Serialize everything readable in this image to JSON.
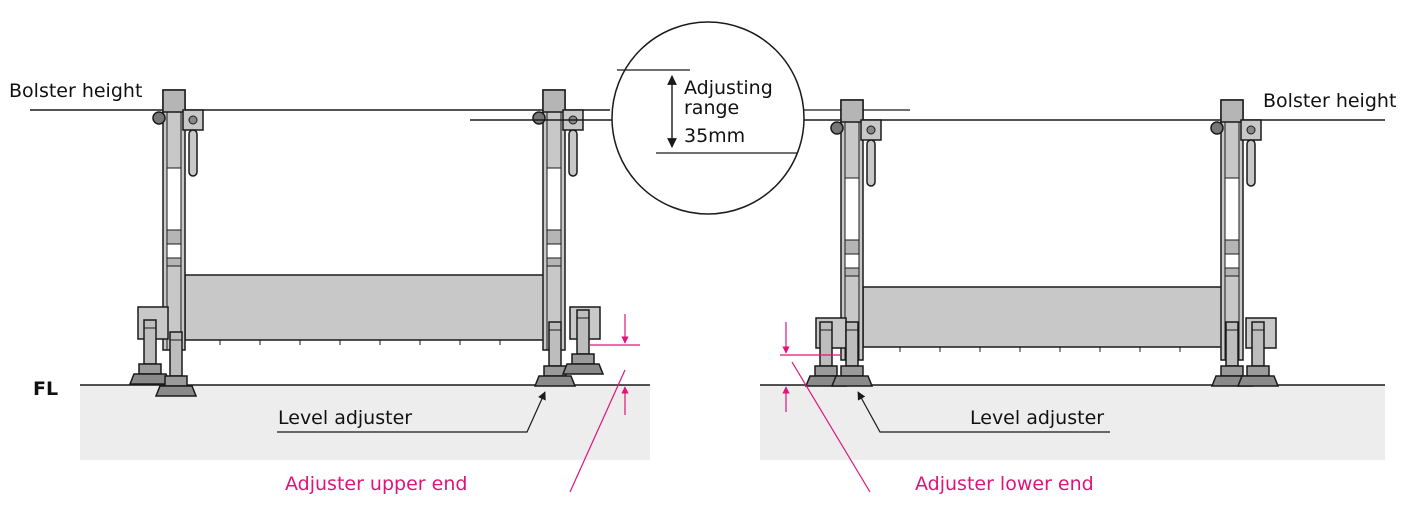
{
  "labels": {
    "bolster_left": "Bolster height",
    "bolster_right": "Bolster height",
    "fl": "FL",
    "level_adjuster_left": "Level adjuster",
    "level_adjuster_right": "Level adjuster",
    "adjuster_upper": "Adjuster upper end",
    "adjuster_lower": "Adjuster lower end",
    "zoom_line1": "Adjusting",
    "zoom_line2": "range",
    "zoom_line3": "35mm"
  },
  "colors": {
    "accent": "#e0137a",
    "floor": "#ededed",
    "frame": "#c8c8c8",
    "outline": "#1a1a1a"
  }
}
